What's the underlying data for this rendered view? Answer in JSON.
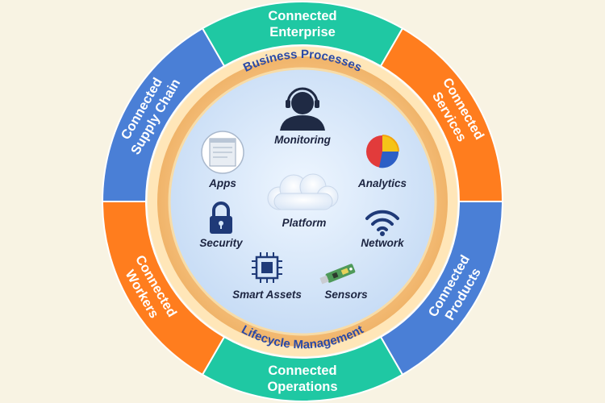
{
  "colors": {
    "background": "#f8f3e3",
    "teal": "#1fc8a3",
    "orange": "#ff7d1e",
    "blue": "#4a7fd6",
    "ring_peach": "#f6c27f",
    "ring_light": "#ffe6b8",
    "inner": "#d4e6f9",
    "label_blue": "#2b4aa6"
  },
  "segments": [
    {
      "lines": [
        "Connected",
        "Enterprise"
      ]
    },
    {
      "lines": [
        "Connected",
        "Services"
      ]
    },
    {
      "lines": [
        "Connected",
        "Products"
      ]
    },
    {
      "lines": [
        "Connected",
        "Operations"
      ]
    },
    {
      "lines": [
        "Connected",
        "Workers"
      ]
    },
    {
      "lines": [
        "Connected",
        "Supply Chain"
      ]
    }
  ],
  "ring_labels": {
    "top": "Business Processes",
    "bottom": "Lifecycle Management"
  },
  "nodes": {
    "monitoring": {
      "label": "Monitoring",
      "icon": "user-headset-icon"
    },
    "apps": {
      "label": "Apps",
      "icon": "app-window-icon"
    },
    "analytics": {
      "label": "Analytics",
      "icon": "pie-chart-icon"
    },
    "platform": {
      "label": "Platform",
      "icon": "cloud-icon"
    },
    "security": {
      "label": "Security",
      "icon": "lock-icon"
    },
    "network": {
      "label": "Network",
      "icon": "wifi-icon"
    },
    "smart_assets": {
      "label": "Smart Assets",
      "icon": "chip-icon"
    },
    "sensors": {
      "label": "Sensors",
      "icon": "sensor-board-icon"
    }
  }
}
